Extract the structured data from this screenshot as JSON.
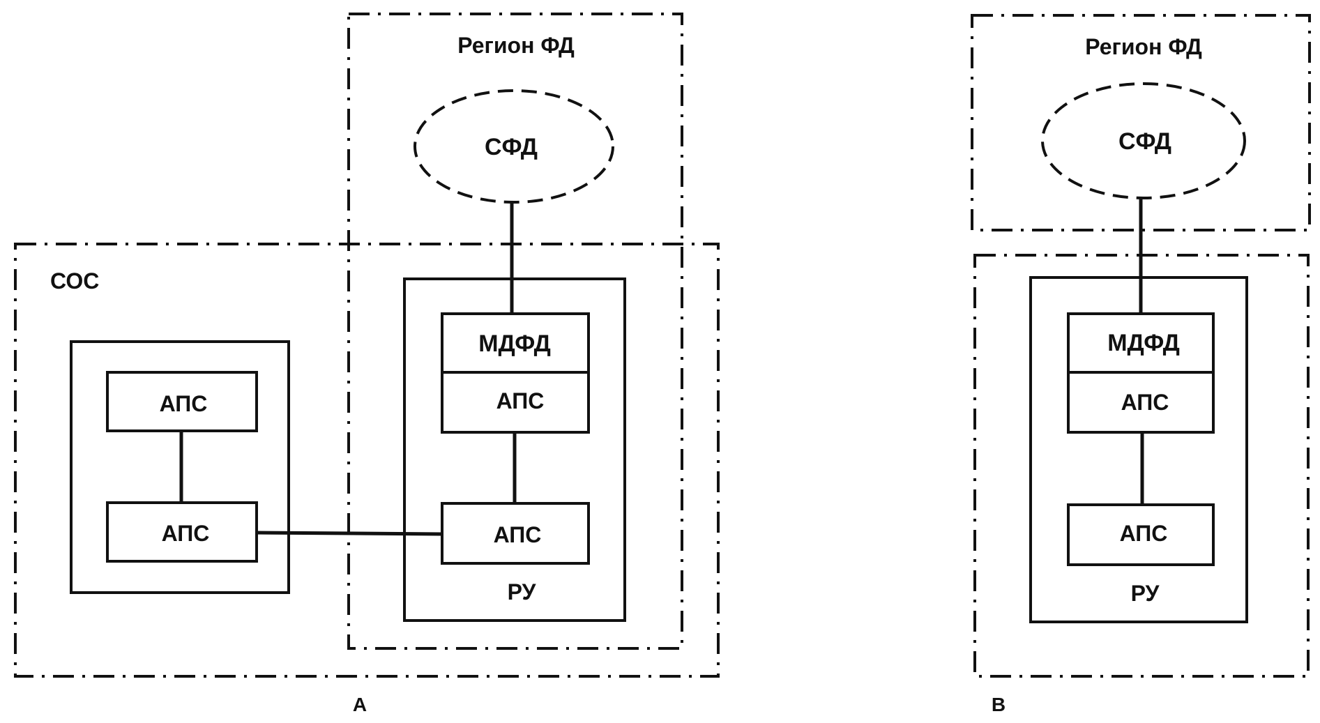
{
  "diagram": {
    "left": {
      "region_label": "Регион ФД",
      "cloud_label": "СФД",
      "sos_label": "СОС",
      "inner_box_a": {
        "top_label": "АПС",
        "bottom_label": "АПС"
      },
      "ru_box": {
        "mdfd_label": "МДФД",
        "aps_upper_label": "АПС",
        "aps_lower_label": "АПС",
        "ru_label": "РУ"
      },
      "caption": "А"
    },
    "right": {
      "region_label": "Регион ФД",
      "cloud_label": "СФД",
      "ru_box": {
        "mdfd_label": "МДФД",
        "aps_upper_label": "АПС",
        "aps_lower_label": "АПС",
        "ru_label": "РУ"
      },
      "caption": "В"
    }
  }
}
